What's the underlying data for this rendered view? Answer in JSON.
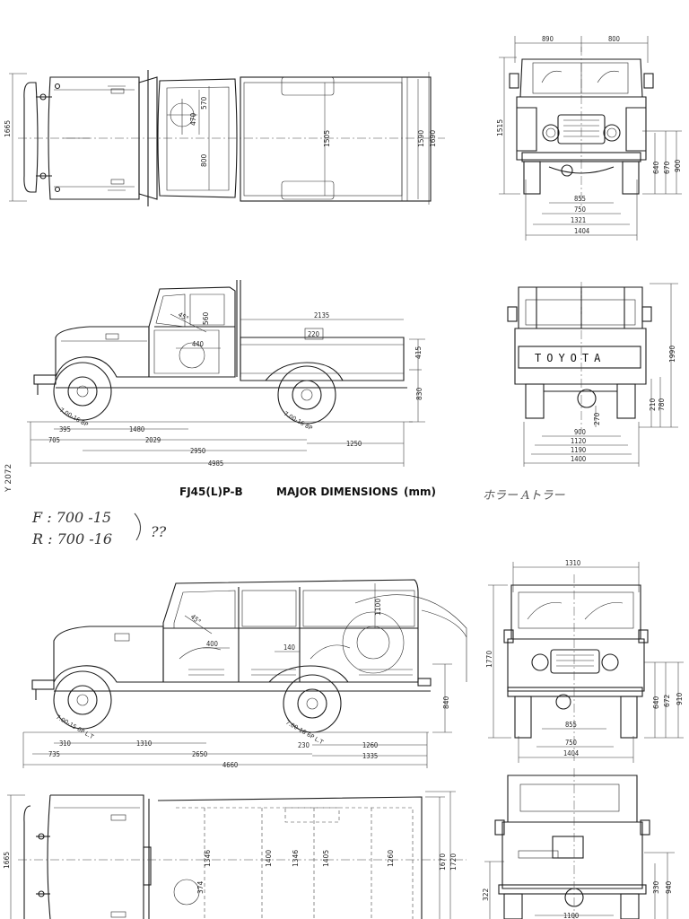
{
  "header": {
    "model": "FJ45(L)P-B",
    "title": "MAJOR DIMENSIONS",
    "unit": "(mm)",
    "side_code": "Y 2072"
  },
  "handwritten": {
    "front_tyre": "F : 700 -15",
    "rear_tyre": "R : 700 -16",
    "query": "??",
    "katakana": "ホラー  Aトラー"
  },
  "grille_badge": "TOYOTA",
  "tyre_markings": {
    "pickup_front": "7.00-16 8P",
    "pickup_rear": "7.00-16 8P",
    "wagon_front": "7.00-15 6P L.T",
    "wagon_rear": "7.00-16 6P L.T"
  },
  "pickup": {
    "plan": {
      "overall_width": "1665",
      "bed_width": "1505",
      "bed_inner": "1590",
      "bed_outer": "1690",
      "cab_dims": [
        "470",
        "570",
        "800"
      ]
    },
    "front": {
      "half_left": "890",
      "half_right": "800",
      "height": "1515",
      "tread_inner": "855",
      "tread_mid": "750",
      "tread_outer": "1321",
      "width": "1404",
      "h_small": "640",
      "h_mid": "670",
      "h_big": "900"
    },
    "side": {
      "bed_length": "2135",
      "bed_dim": "220",
      "door": "440",
      "step": "415",
      "frame": "830",
      "front_axle": "395",
      "front_overhang": "705",
      "bumper": "1480",
      "wheelbase": "2029",
      "cab_to_rear": "2950",
      "rear_overhang": "1250",
      "overall_length": "4985",
      "seat": "560",
      "seat_angle": "45°"
    },
    "rear": {
      "height": "1990",
      "h_small": "210",
      "h_mid": "780",
      "gc": "270",
      "w1": "900",
      "w2": "1120",
      "w3": "1190",
      "w4": "1400"
    }
  },
  "wagon": {
    "side": {
      "roof": "1100",
      "seat": "400",
      "step": "140",
      "frame": "840",
      "front_axle": "310",
      "front_overhang": "735",
      "bumper": "1310",
      "wheelbase": "2650",
      "overall_length": "4660",
      "rear_a": "230",
      "rear_b": "1260",
      "rear_c": "1335",
      "seat_angle": "45°"
    },
    "front": {
      "width": "1310",
      "height": "1770",
      "tread": "855",
      "tread_mid": "750",
      "overall": "1404",
      "h1": "640",
      "h2": "672",
      "h3": "910"
    },
    "plan": {
      "overall_width": "1665",
      "seat_w1": "1346",
      "seat_w2": "1400",
      "seat_w3": "1346",
      "seat_w4": "1405",
      "seat_w5": "1260",
      "seat_w6": "1670",
      "seat_w7": "1720",
      "cab": "374"
    },
    "rear": {
      "gc": "322",
      "w": "1100",
      "h1": "330",
      "h2": "940"
    }
  }
}
